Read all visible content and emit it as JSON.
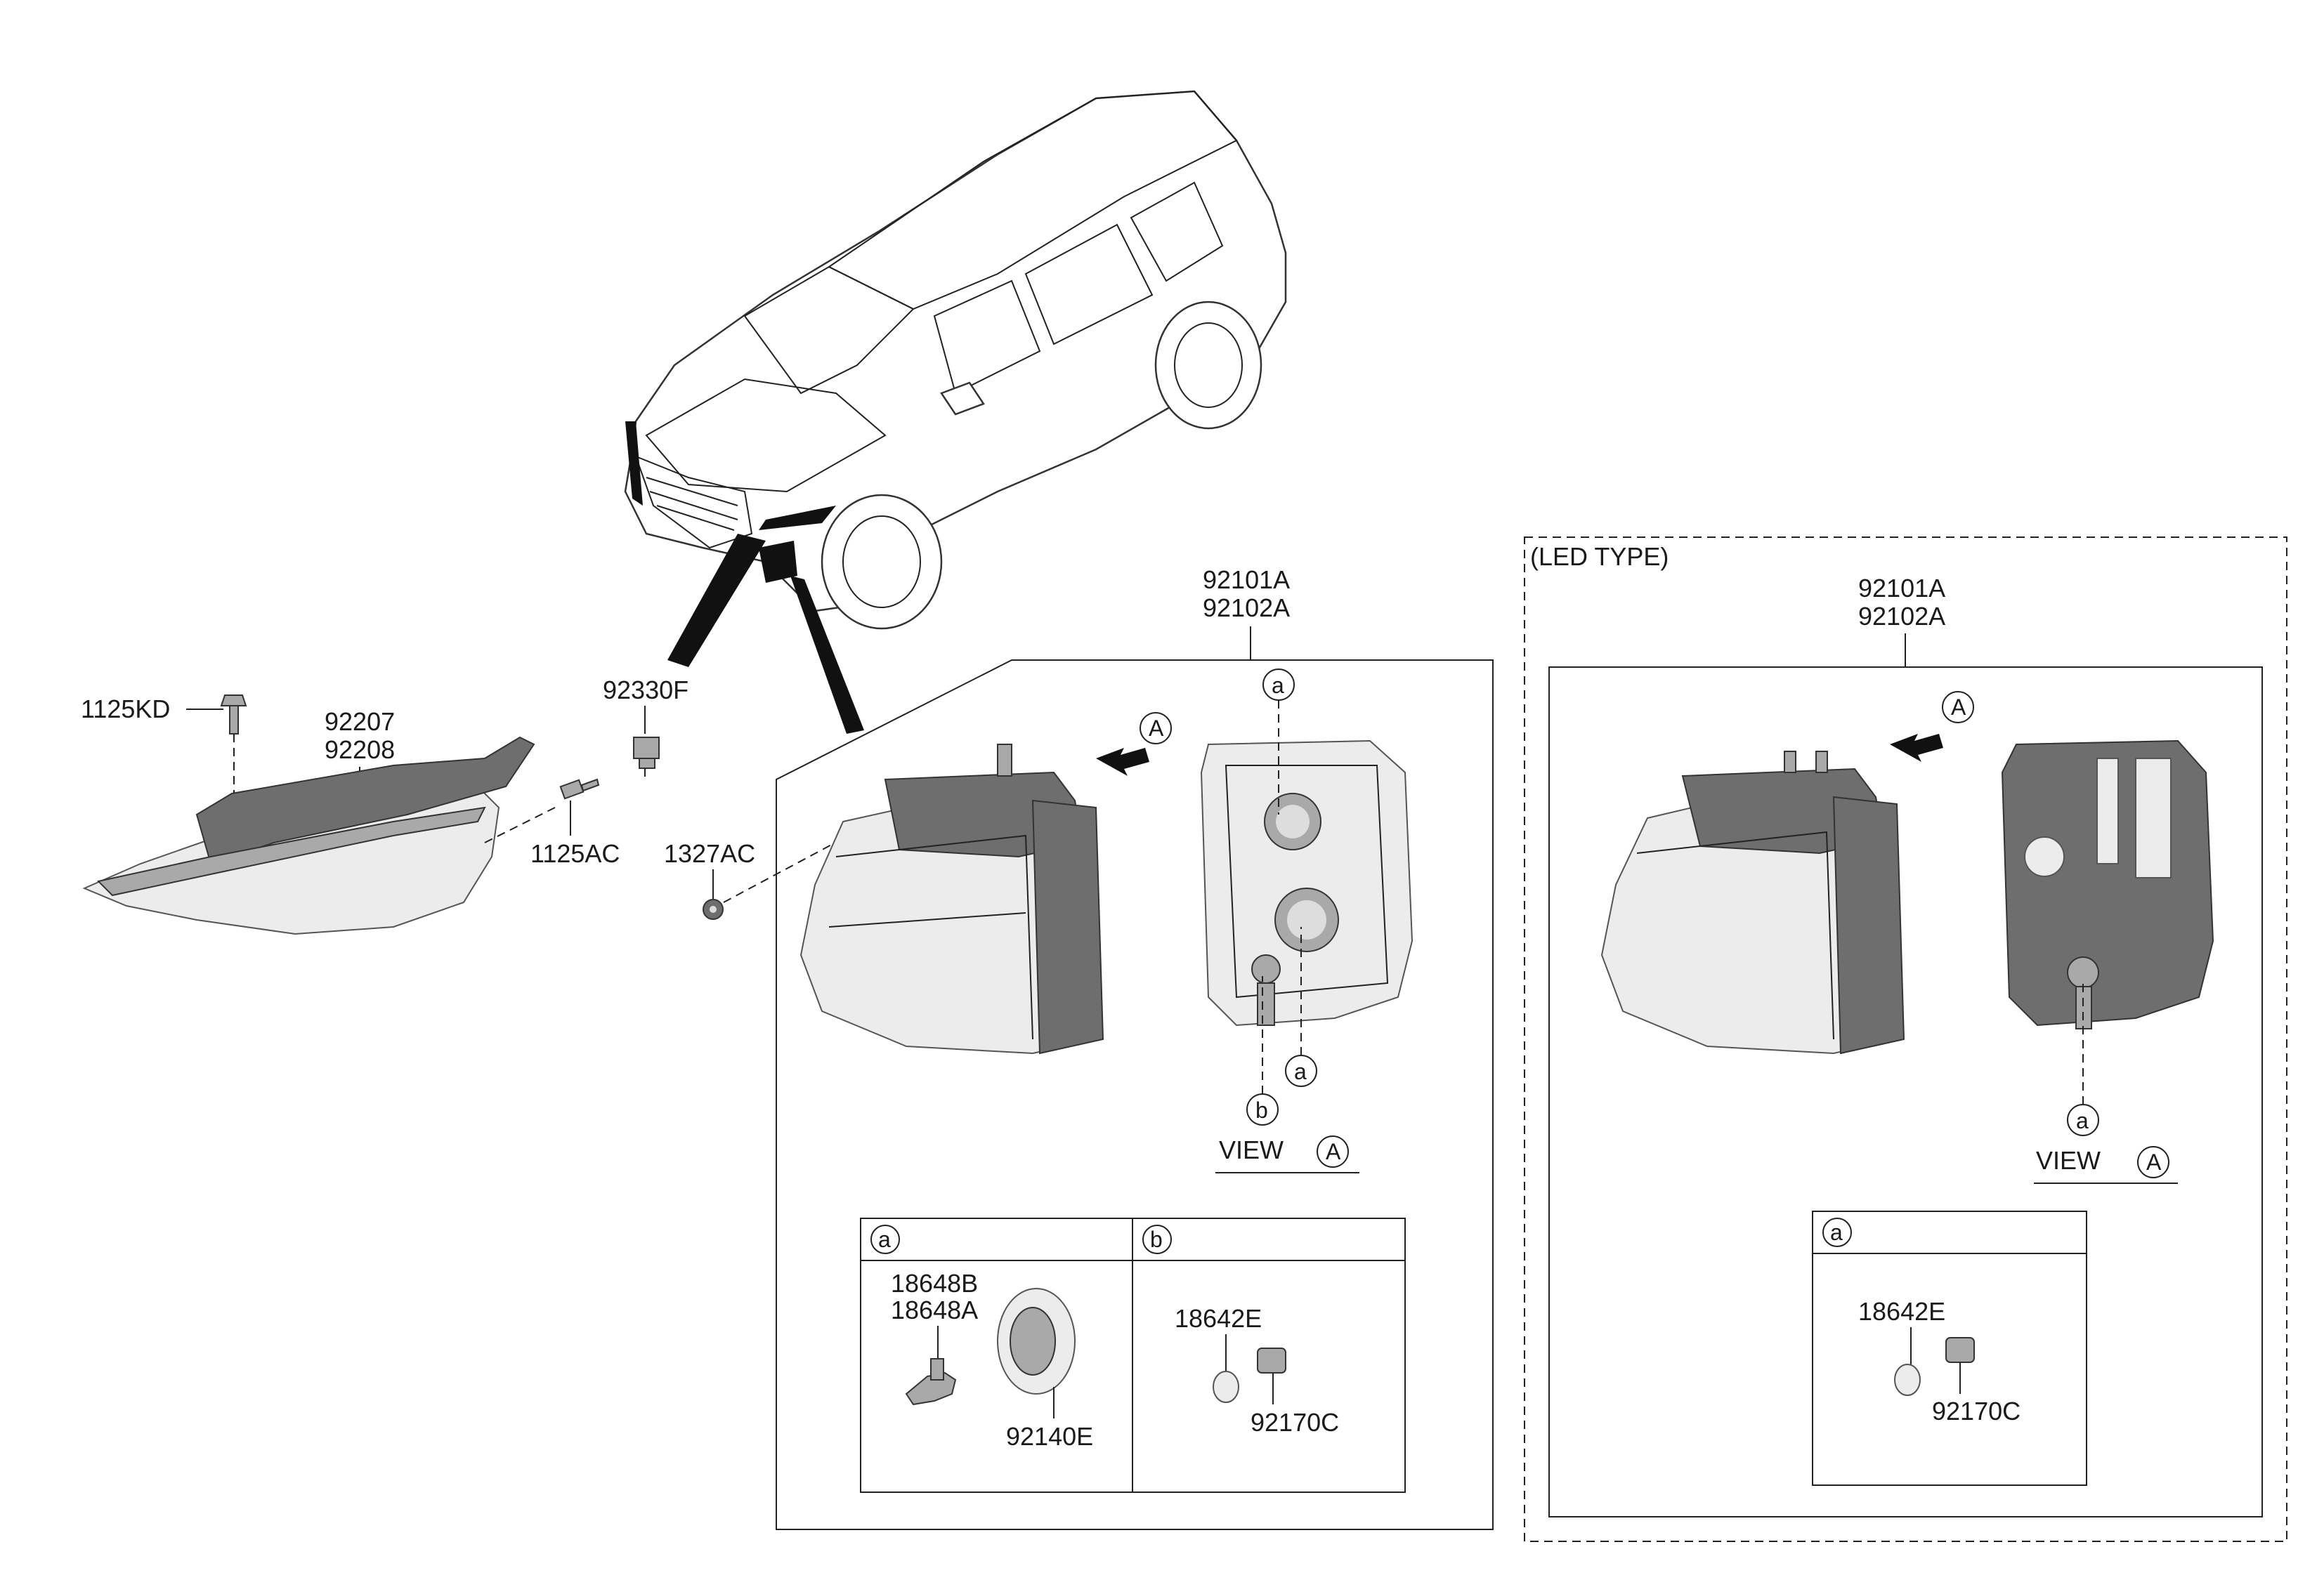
{
  "callouts": {
    "bolt_top": "1125KD",
    "bracket_upper": "92207",
    "bracket_lower": "92208",
    "screw": "1125AC",
    "connector": "92330F",
    "nut": "1327AC"
  },
  "halogen_panel": {
    "part_upper": "92101A",
    "part_lower": "92102A",
    "view_ref": "A",
    "view_label": "VIEW",
    "view_letter": "A",
    "marker_a_top": "a",
    "marker_a_bottom": "a",
    "marker_b": "b",
    "table": {
      "col_a_marker": "a",
      "col_b_marker": "b",
      "a_bulb_upper": "18648B",
      "a_bulb_lower": "18648A",
      "a_cap": "92140E",
      "b_bulb": "18642E",
      "b_socket": "92170C"
    }
  },
  "led_panel": {
    "title": "(LED TYPE)",
    "part_upper": "92101A",
    "part_lower": "92102A",
    "view_ref": "A",
    "view_label": "VIEW",
    "view_letter": "A",
    "marker_a": "a",
    "table": {
      "col_a_marker": "a",
      "a_bulb": "18642E",
      "a_socket": "92170C"
    }
  }
}
